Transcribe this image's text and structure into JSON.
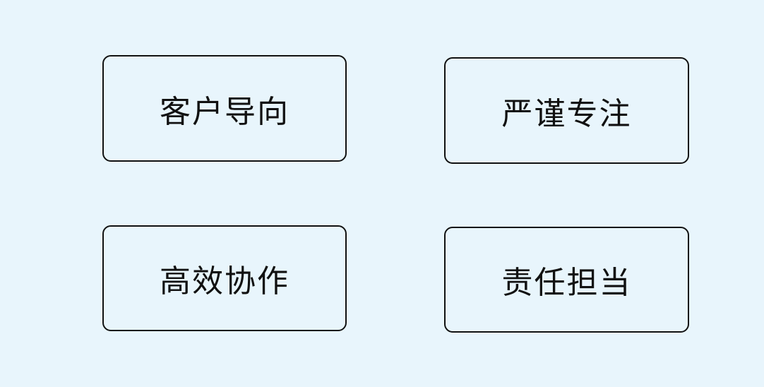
{
  "cards": [
    {
      "label": "客户导向"
    },
    {
      "label": "严谨专注"
    },
    {
      "label": "高效协作"
    },
    {
      "label": "责任担当"
    }
  ]
}
